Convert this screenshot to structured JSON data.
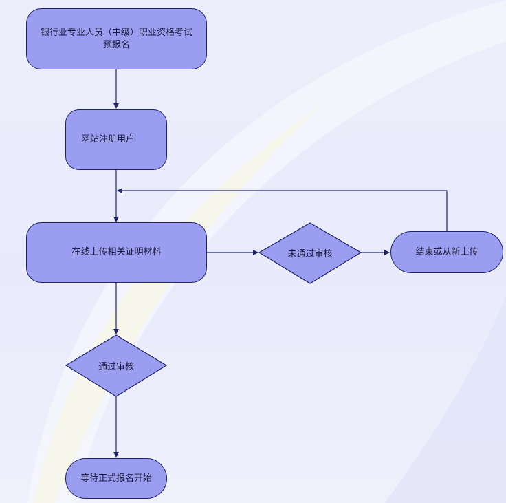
{
  "diagram": {
    "nodes": {
      "start": "银行业专业人员（中级）职业资格考试预报名",
      "register": "网站注册用户",
      "upload": "在线上传相关证明材料",
      "not_passed": "未通过审核",
      "end_or_reupload": "结束或从新上传",
      "passed": "通过审核",
      "wait": "等待正式报名开始"
    },
    "edges": [
      {
        "from": "start",
        "to": "register"
      },
      {
        "from": "register",
        "to": "upload"
      },
      {
        "from": "upload",
        "to": "not_passed"
      },
      {
        "from": "not_passed",
        "to": "end_or_reupload"
      },
      {
        "from": "end_or_reupload",
        "to": "upload"
      },
      {
        "from": "upload",
        "to": "passed"
      },
      {
        "from": "passed",
        "to": "wait"
      }
    ],
    "colors": {
      "node_fill": "#9b9df0",
      "node_border": "#1f2468",
      "connector": "#1f2468",
      "background": "#eceefb"
    }
  }
}
